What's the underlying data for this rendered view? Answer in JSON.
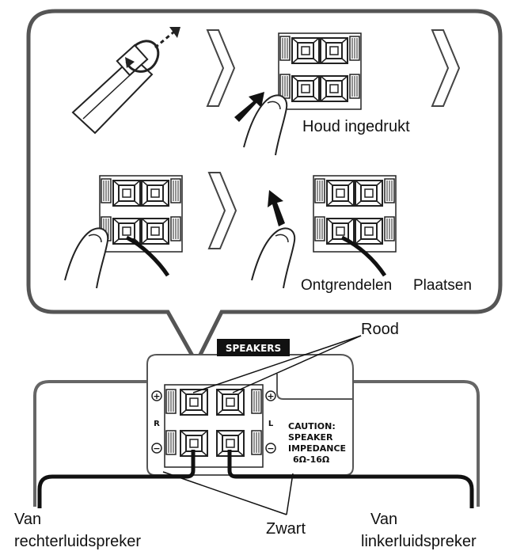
{
  "labels": {
    "hold": "Houd ingedrukt",
    "release": "Ontgrendelen",
    "insert": "Plaatsen",
    "red": "Rood",
    "black": "Zwart",
    "from_right_line1": "Van",
    "from_right_line2": "rechterluidspreker",
    "from_left_line1": "Van",
    "from_left_line2": "linkerluidspreker"
  },
  "panel": {
    "header": "SPEAKERS",
    "right_channel": "R",
    "left_channel": "L",
    "plus": "+",
    "minus": "−",
    "caution_1": "CAUTION:",
    "caution_2": "SPEAKER",
    "caution_3": "IMPEDANCE",
    "caution_4": "6Ω-16Ω"
  },
  "icons": [
    "wire-twist-icon",
    "arrow-right-icon",
    "push-arrow-icon",
    "finger-icon",
    "speaker-terminal-icon"
  ]
}
